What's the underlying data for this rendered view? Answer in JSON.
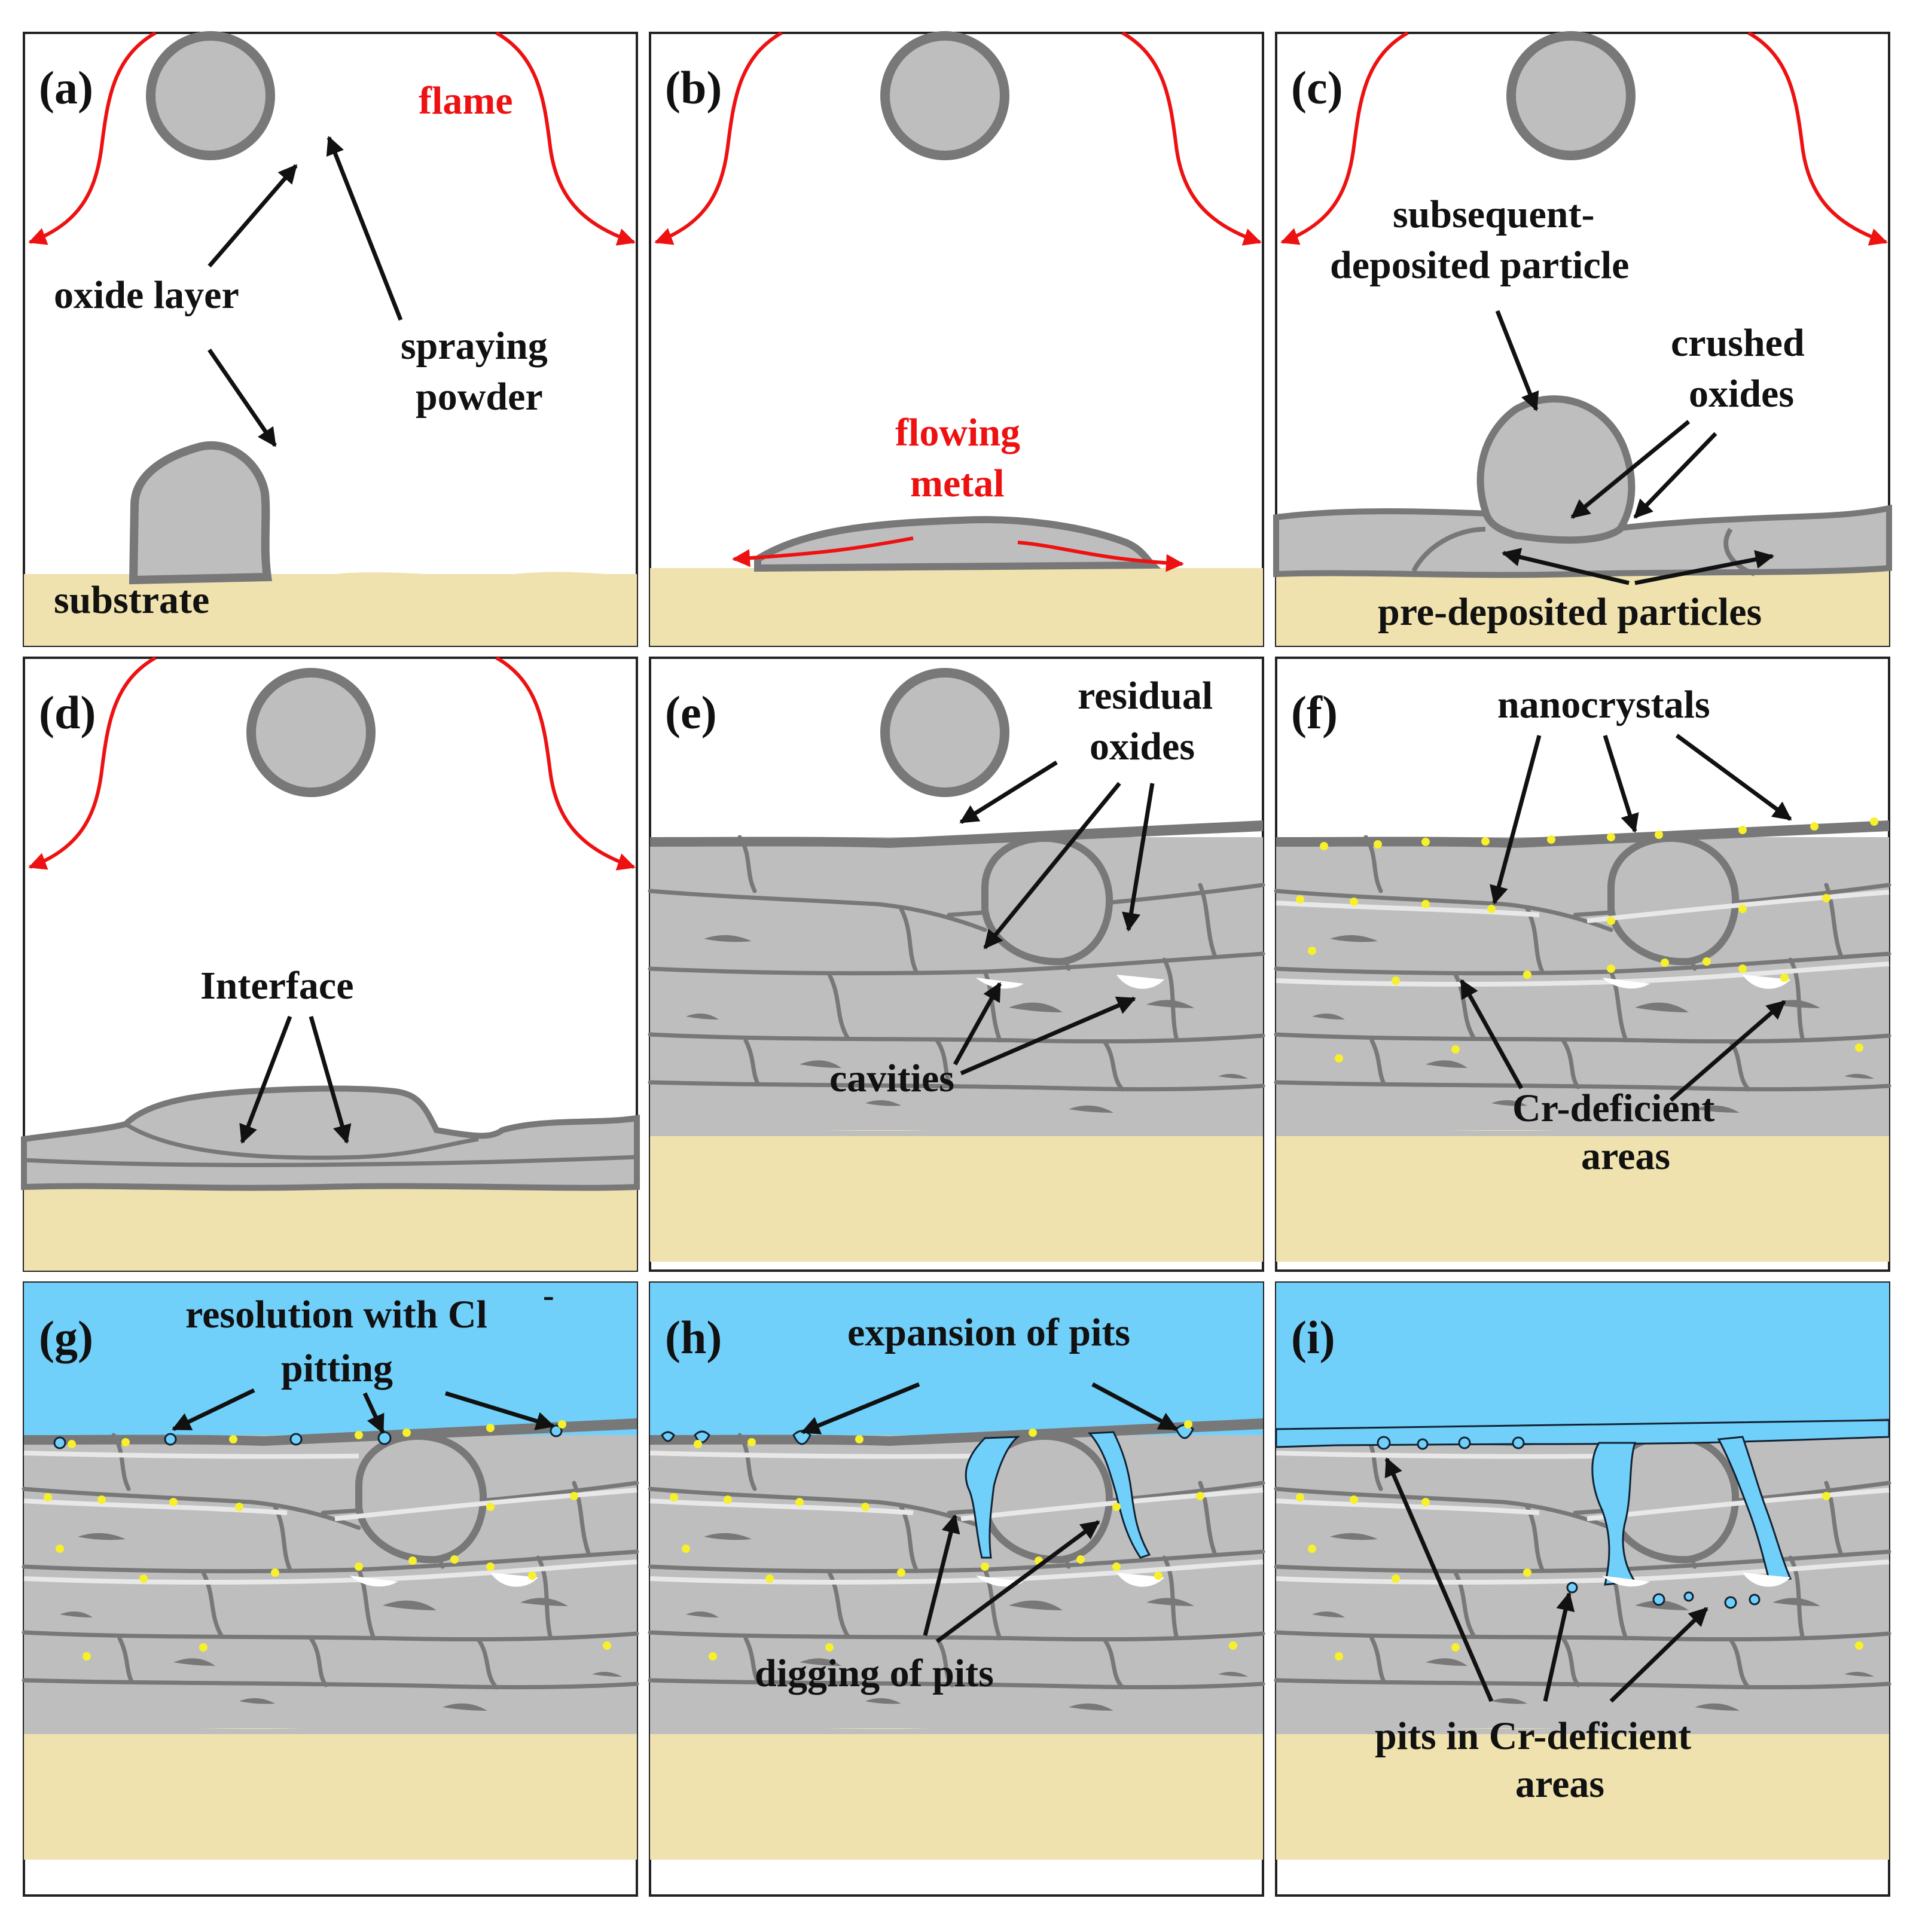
{
  "colors": {
    "particle_fill": "#BEBEBE",
    "oxide": "#787878",
    "substrate": "#EFE2AE",
    "flame": "#EE1111",
    "solution": "#71D0FA",
    "nanocrystal": "#F7F02A",
    "cr_deficient": "#E8E8E8",
    "text": "#111111"
  },
  "panels": [
    {
      "label": "(a)",
      "annotations": [
        {
          "text": "flame",
          "color": "red"
        },
        {
          "text": "oxide layer"
        },
        {
          "text": "spraying"
        },
        {
          "text": "powder"
        },
        {
          "text": "substrate"
        }
      ]
    },
    {
      "label": "(b)",
      "annotations": [
        {
          "text": "flowing",
          "color": "red"
        },
        {
          "text": "metal",
          "color": "red"
        }
      ]
    },
    {
      "label": "(c)",
      "annotations": [
        {
          "text": "subsequent-"
        },
        {
          "text": "deposited particle"
        },
        {
          "text": "crushed"
        },
        {
          "text": "oxides"
        },
        {
          "text": "pre-deposited particles"
        }
      ]
    },
    {
      "label": "(d)",
      "annotations": [
        {
          "text": "Interface"
        }
      ]
    },
    {
      "label": "(e)",
      "annotations": [
        {
          "text": "residual"
        },
        {
          "text": "oxides"
        },
        {
          "text": "cavities"
        }
      ]
    },
    {
      "label": "(f)",
      "annotations": [
        {
          "text": "nanocrystals"
        },
        {
          "text": "Cr-deficient"
        },
        {
          "text": "areas"
        }
      ]
    },
    {
      "label": "(g)",
      "annotations": [
        {
          "text": "resolution with Cl"
        },
        {
          "text": "-"
        },
        {
          "text": "pitting"
        }
      ]
    },
    {
      "label": "(h)",
      "annotations": [
        {
          "text": "expansion of pits"
        },
        {
          "text": "digging of pits"
        }
      ]
    },
    {
      "label": "(i)",
      "annotations": [
        {
          "text": "pits in Cr-deficient"
        },
        {
          "text": "areas"
        }
      ]
    }
  ]
}
